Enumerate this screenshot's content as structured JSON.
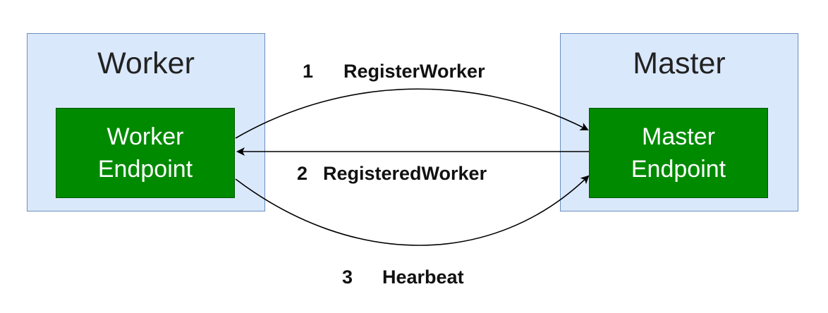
{
  "worker": {
    "title": "Worker",
    "endpoint_line1": "Worker",
    "endpoint_line2": "Endpoint"
  },
  "master": {
    "title": "Master",
    "endpoint_line1": "Master",
    "endpoint_line2": "Endpoint"
  },
  "messages": [
    {
      "number": "1",
      "label": "RegisterWorker"
    },
    {
      "number": "2",
      "label": "RegisteredWorker"
    },
    {
      "number": "3",
      "label": "Hearbeat"
    }
  ],
  "colors": {
    "container_fill": "#dae8fc",
    "container_border": "#6c8ebf",
    "endpoint_fill": "#008a00",
    "endpoint_text": "#ffffff",
    "arrow": "#000000"
  }
}
